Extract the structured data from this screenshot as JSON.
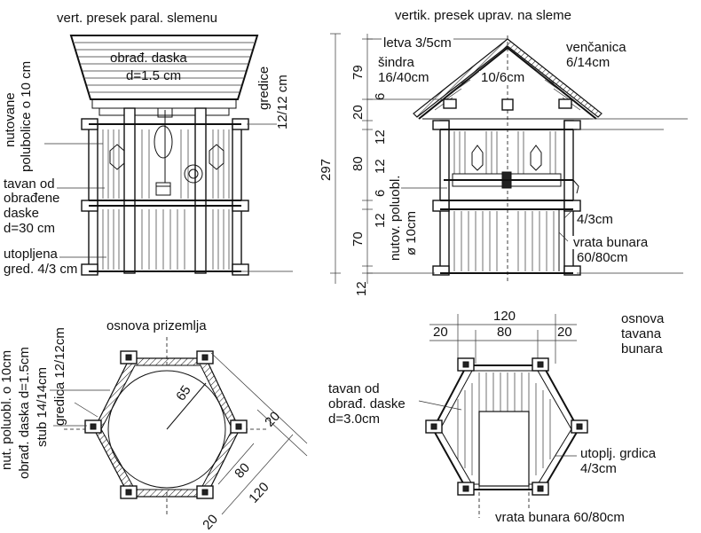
{
  "topLeft": {
    "title": "vert. presek paral. slemenu",
    "board_label_1": "obrađ. daska",
    "board_label_2": "d=1.5 cm",
    "left_vert_1": "nutovane",
    "left_vert_2": "polubolice o 10 cm",
    "right_vert_1": "gredice",
    "right_vert_2": "12/12 cm",
    "ceiling_1": "tavan od",
    "ceiling_2": "obrađene",
    "ceiling_3": "daske",
    "ceiling_4": "d=30 cm",
    "beam_1": "utopljena",
    "beam_2": "gred. 4/3 cm"
  },
  "topRight": {
    "title": "vertik. presek uprav. na sleme",
    "letva": "letva 3/5cm",
    "sindra_1": "šindra",
    "sindra_2": "16/40cm",
    "dim_10_6": "10/6cm",
    "vencanica_1": "venčanica",
    "vencanica_2": "6/14cm",
    "dim_79": "79",
    "dim_297": "297",
    "dim_20": "20",
    "dim_6a": "6",
    "dim_12a": "12",
    "dim_80": "80",
    "dim_12b": "12",
    "dim_6b": "6",
    "dim_12c": "12",
    "dim_70": "70",
    "dim_12d": "12",
    "nutov_1": "nutov. poluobl.",
    "nutov_2": "ø 10cm",
    "dim_4_3": "4/3cm",
    "vrata_1": "vrata bunara",
    "vrata_2": "60/80cm"
  },
  "bottomLeft": {
    "title": "osnova prizemlja",
    "side_1": "nut. poluobl. o 10cm",
    "side_2": "obrađ. daska d=1.5cm",
    "side_3": "stub 14/14cm",
    "side_4": "gredica 12/12cm",
    "dim_65": "65",
    "dim_20a": "20",
    "dim_80": "80",
    "dim_120": "120",
    "dim_20b": "20"
  },
  "bottomRight": {
    "title_1": "osnova",
    "title_2": "tavana",
    "title_3": "bunara",
    "dim_120": "120",
    "dim_20a": "20",
    "dim_80": "80",
    "dim_20b": "20",
    "tavan_1": "tavan od",
    "tavan_2": "obrađ. daske",
    "tavan_3": "d=3.0cm",
    "grdica_1": "utoplj. grdica",
    "grdica_2": "4/3cm",
    "vrata": "vrata bunara 60/80cm"
  }
}
